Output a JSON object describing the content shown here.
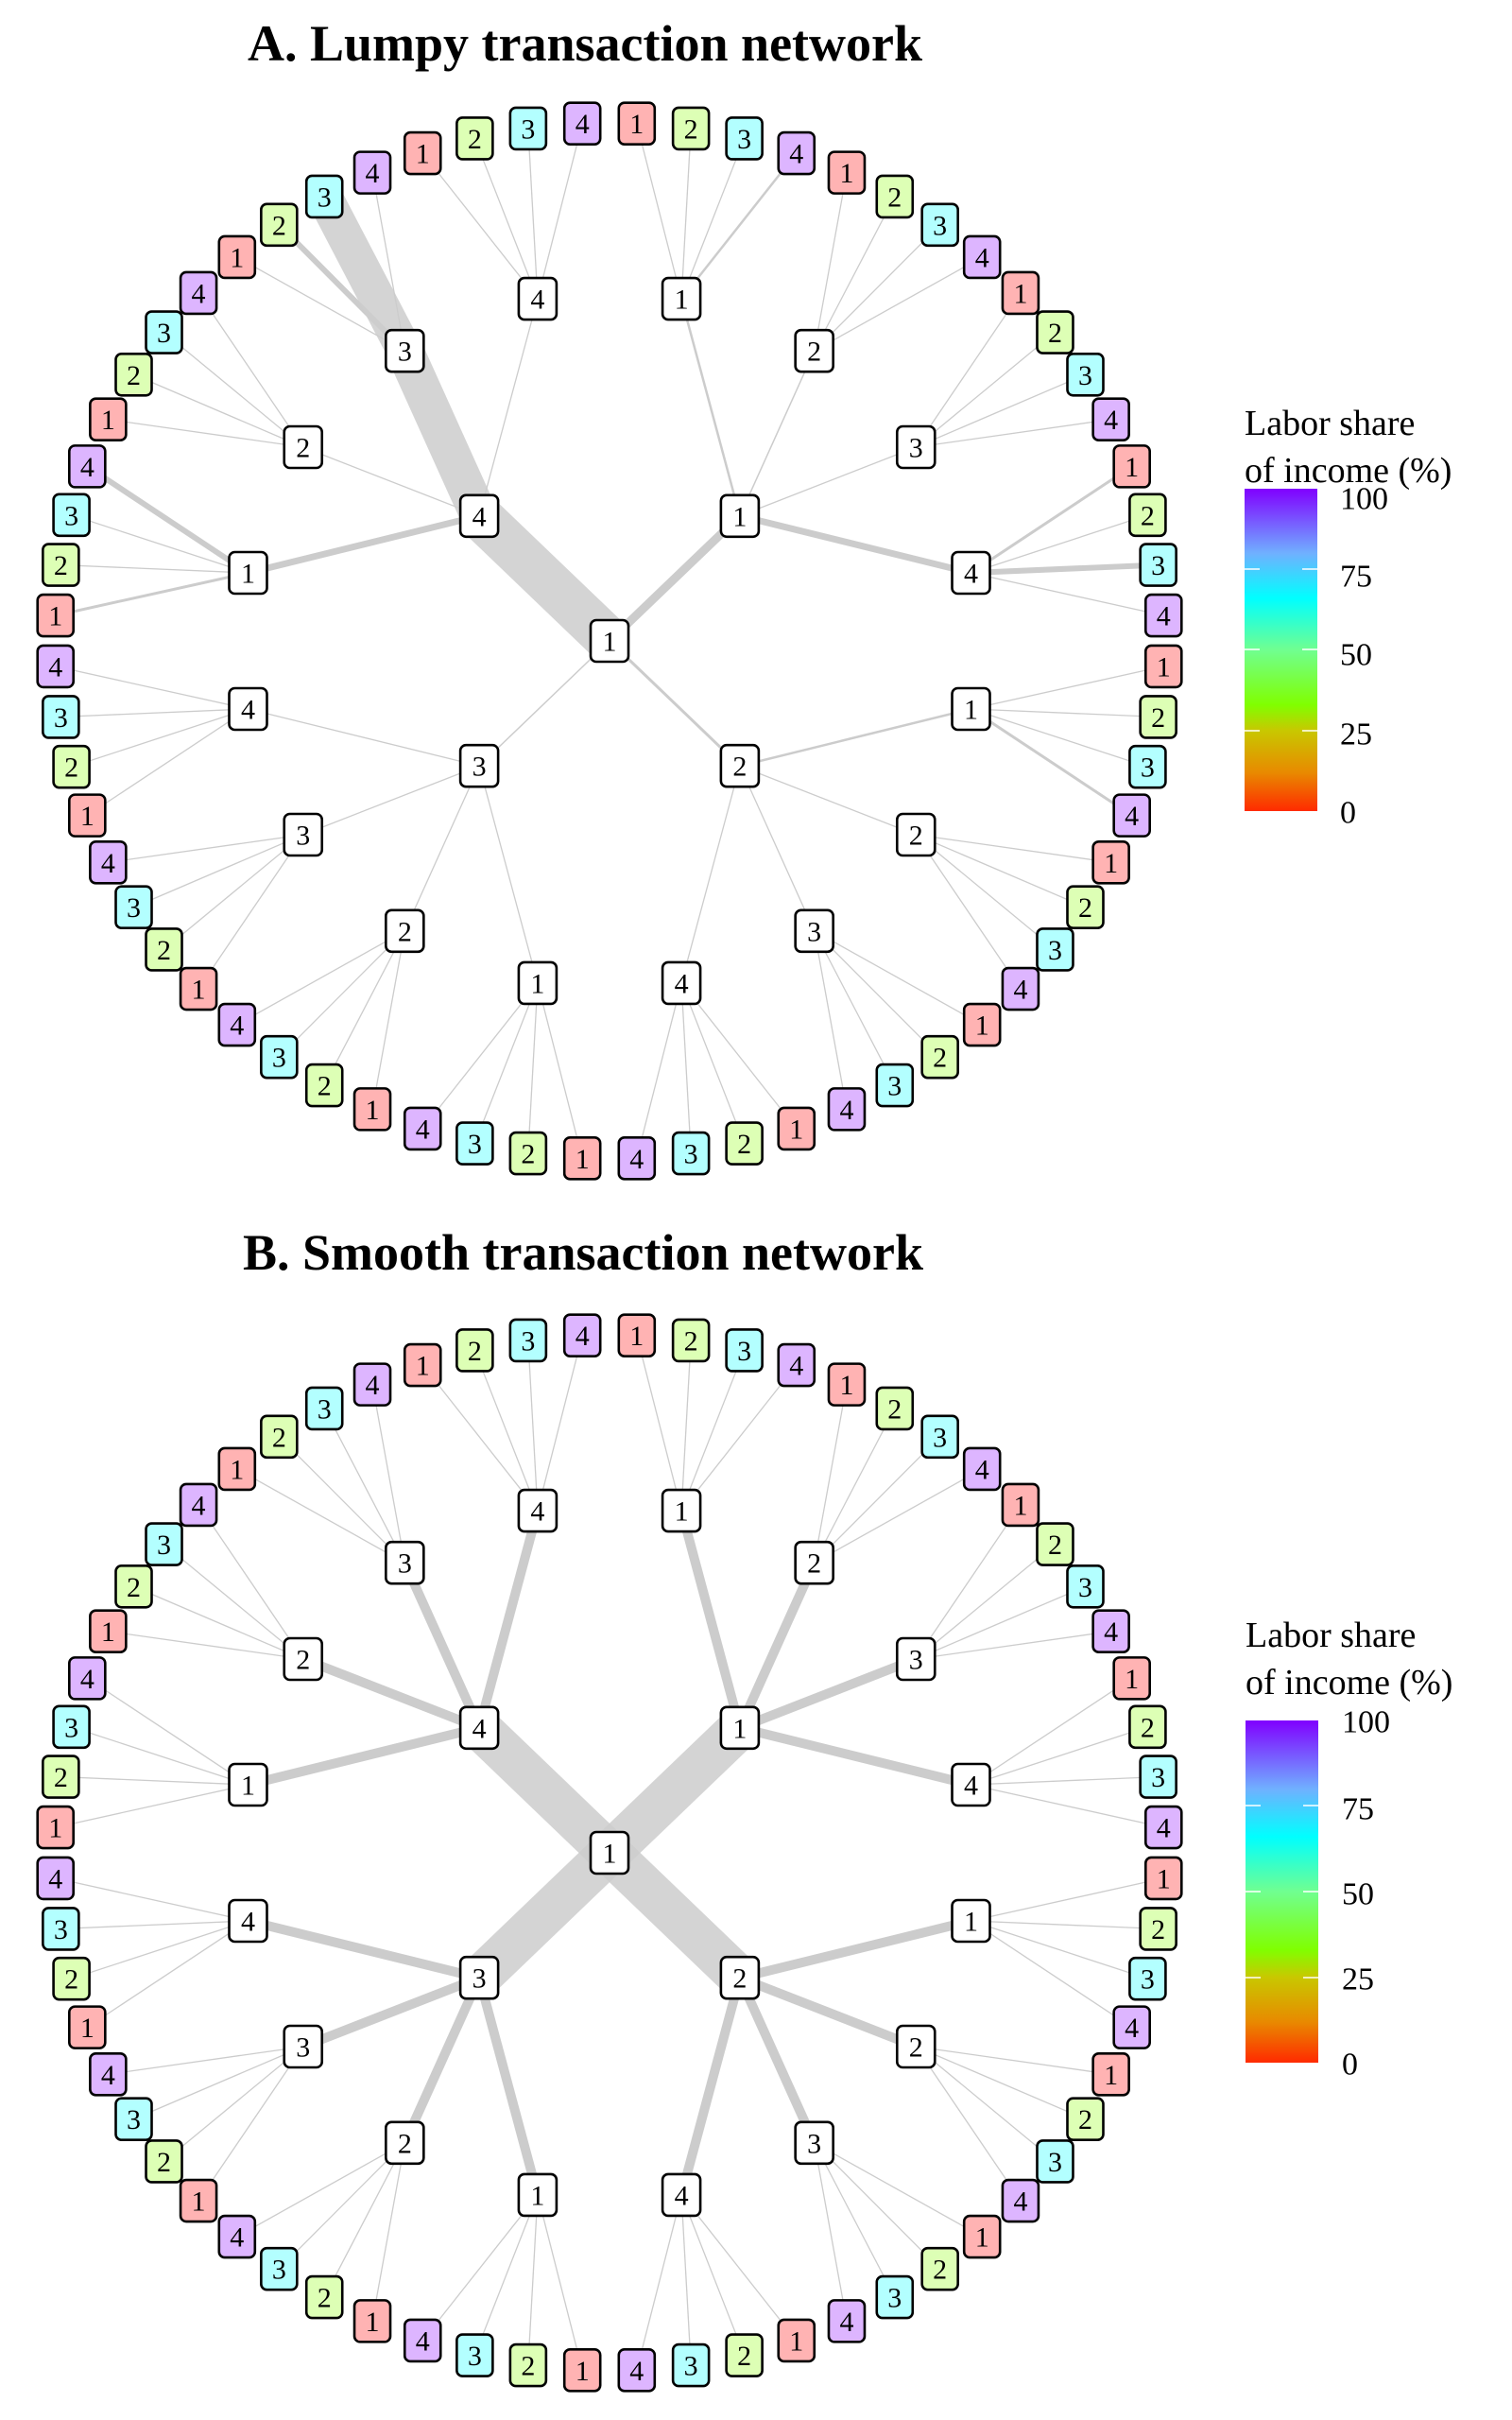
{
  "figure": {
    "panels": [
      {
        "id": "A",
        "title": "A. Lumpy transaction network",
        "legend": {
          "title_line1": "Labor share",
          "title_line2": "of income (%)",
          "ticks": [
            "100",
            "75",
            "50",
            "25",
            "0"
          ],
          "tick_values": [
            100,
            75,
            50,
            25,
            0
          ]
        },
        "root_label": "1",
        "level1_order": [
          "1",
          "2",
          "3",
          "4"
        ],
        "level2_order": [
          "1",
          "2",
          "3",
          "4"
        ],
        "leaf_order": [
          "1",
          "2",
          "3",
          "4"
        ],
        "edge_weights": {
          "level1": {
            "1": 9,
            "2": 3,
            "3": 1.5,
            "4": 48
          },
          "level2": {
            "1": {
              "1": 2.5,
              "2": 1.5,
              "3": 1.3,
              "4": 7
            },
            "2": {
              "1": 2.5,
              "2": 1.3,
              "3": 1.3,
              "4": 1.3
            },
            "3": {
              "1": 1.3,
              "2": 1.3,
              "3": 1.3,
              "4": 1.3
            },
            "4": {
              "1": 7,
              "2": 1.3,
              "3": 40,
              "4": 1.3
            }
          },
          "leaves": {
            "1-1-4": 2.5,
            "1-4-1": 3,
            "1-4-3": 6,
            "2-1-4": 3,
            "4-1-1": 3,
            "4-1-4": 6,
            "4-3-2": 6,
            "4-3-3": 38
          },
          "default_leaf": 1.3
        }
      },
      {
        "id": "B",
        "title": "B. Smooth transaction network",
        "legend": {
          "title_line1": "Labor share",
          "title_line2": "of income (%)",
          "ticks": [
            "100",
            "75",
            "50",
            "25",
            "0"
          ],
          "tick_values": [
            100,
            75,
            50,
            25,
            0
          ]
        },
        "root_label": "1",
        "level1_order": [
          "1",
          "2",
          "3",
          "4"
        ],
        "level2_order": [
          "1",
          "2",
          "3",
          "4"
        ],
        "leaf_order": [
          "1",
          "2",
          "3",
          "4"
        ],
        "edge_weights": {
          "level1": {
            "1": 45,
            "2": 45,
            "3": 45,
            "4": 45
          },
          "level2": {
            "1": {
              "1": 10,
              "2": 10,
              "3": 10,
              "4": 10
            },
            "2": {
              "1": 10,
              "2": 10,
              "3": 10,
              "4": 10
            },
            "3": {
              "1": 10,
              "2": 10,
              "3": 10,
              "4": 10
            },
            "4": {
              "1": 10,
              "2": 10,
              "3": 10,
              "4": 10
            }
          },
          "leaves": {},
          "default_leaf": 1.3
        }
      }
    ],
    "leaf_colors": {
      "1": "#FFB3B3",
      "2": "#DDFFB5",
      "3": "#B3FFFF",
      "4": "#DDB5FF"
    },
    "leaf_labor_share_pct": {
      "1": 0,
      "2": 33,
      "3": 67,
      "4": 100
    },
    "internal_node_color": "#FFFFFF",
    "edge_color": "#CCCCCC",
    "colorbar_stops": [
      {
        "value": 0,
        "color": "#FF2A00"
      },
      {
        "value": 12,
        "color": "#E88A00"
      },
      {
        "value": 25,
        "color": "#C8C800"
      },
      {
        "value": 33,
        "color": "#80FF00"
      },
      {
        "value": 50,
        "color": "#70FF90"
      },
      {
        "value": 66,
        "color": "#00FFFF"
      },
      {
        "value": 80,
        "color": "#70B0FF"
      },
      {
        "value": 100,
        "color": "#8000FF"
      }
    ]
  }
}
